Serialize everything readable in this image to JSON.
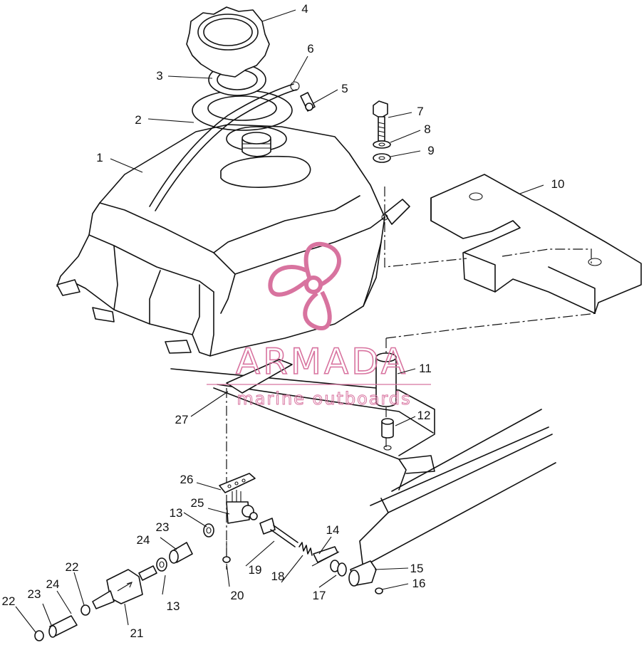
{
  "watermark": {
    "name": "ARMADA",
    "tagline": "marine outboards",
    "color": "#d8739f"
  },
  "callouts": [
    {
      "id": "c1",
      "text": "1"
    },
    {
      "id": "c2",
      "text": "2"
    },
    {
      "id": "c3",
      "text": "3"
    },
    {
      "id": "c4",
      "text": "4"
    },
    {
      "id": "c5",
      "text": "5"
    },
    {
      "id": "c6",
      "text": "6"
    },
    {
      "id": "c7",
      "text": "7"
    },
    {
      "id": "c8",
      "text": "8"
    },
    {
      "id": "c9",
      "text": "9"
    },
    {
      "id": "c10",
      "text": "10"
    },
    {
      "id": "c11",
      "text": "11"
    },
    {
      "id": "c12",
      "text": "12"
    },
    {
      "id": "c13a",
      "text": "13"
    },
    {
      "id": "c13b",
      "text": "13"
    },
    {
      "id": "c14",
      "text": "14"
    },
    {
      "id": "c15",
      "text": "15"
    },
    {
      "id": "c16",
      "text": "16"
    },
    {
      "id": "c17",
      "text": "17"
    },
    {
      "id": "c18",
      "text": "18"
    },
    {
      "id": "c19",
      "text": "19"
    },
    {
      "id": "c20",
      "text": "20"
    },
    {
      "id": "c21",
      "text": "21"
    },
    {
      "id": "c22a",
      "text": "22"
    },
    {
      "id": "c22b",
      "text": "22"
    },
    {
      "id": "c23a",
      "text": "23"
    },
    {
      "id": "c23b",
      "text": "23"
    },
    {
      "id": "c24a",
      "text": "24"
    },
    {
      "id": "c24b",
      "text": "24"
    },
    {
      "id": "c25",
      "text": "25"
    },
    {
      "id": "c26",
      "text": "26"
    },
    {
      "id": "c27",
      "text": "27"
    }
  ]
}
